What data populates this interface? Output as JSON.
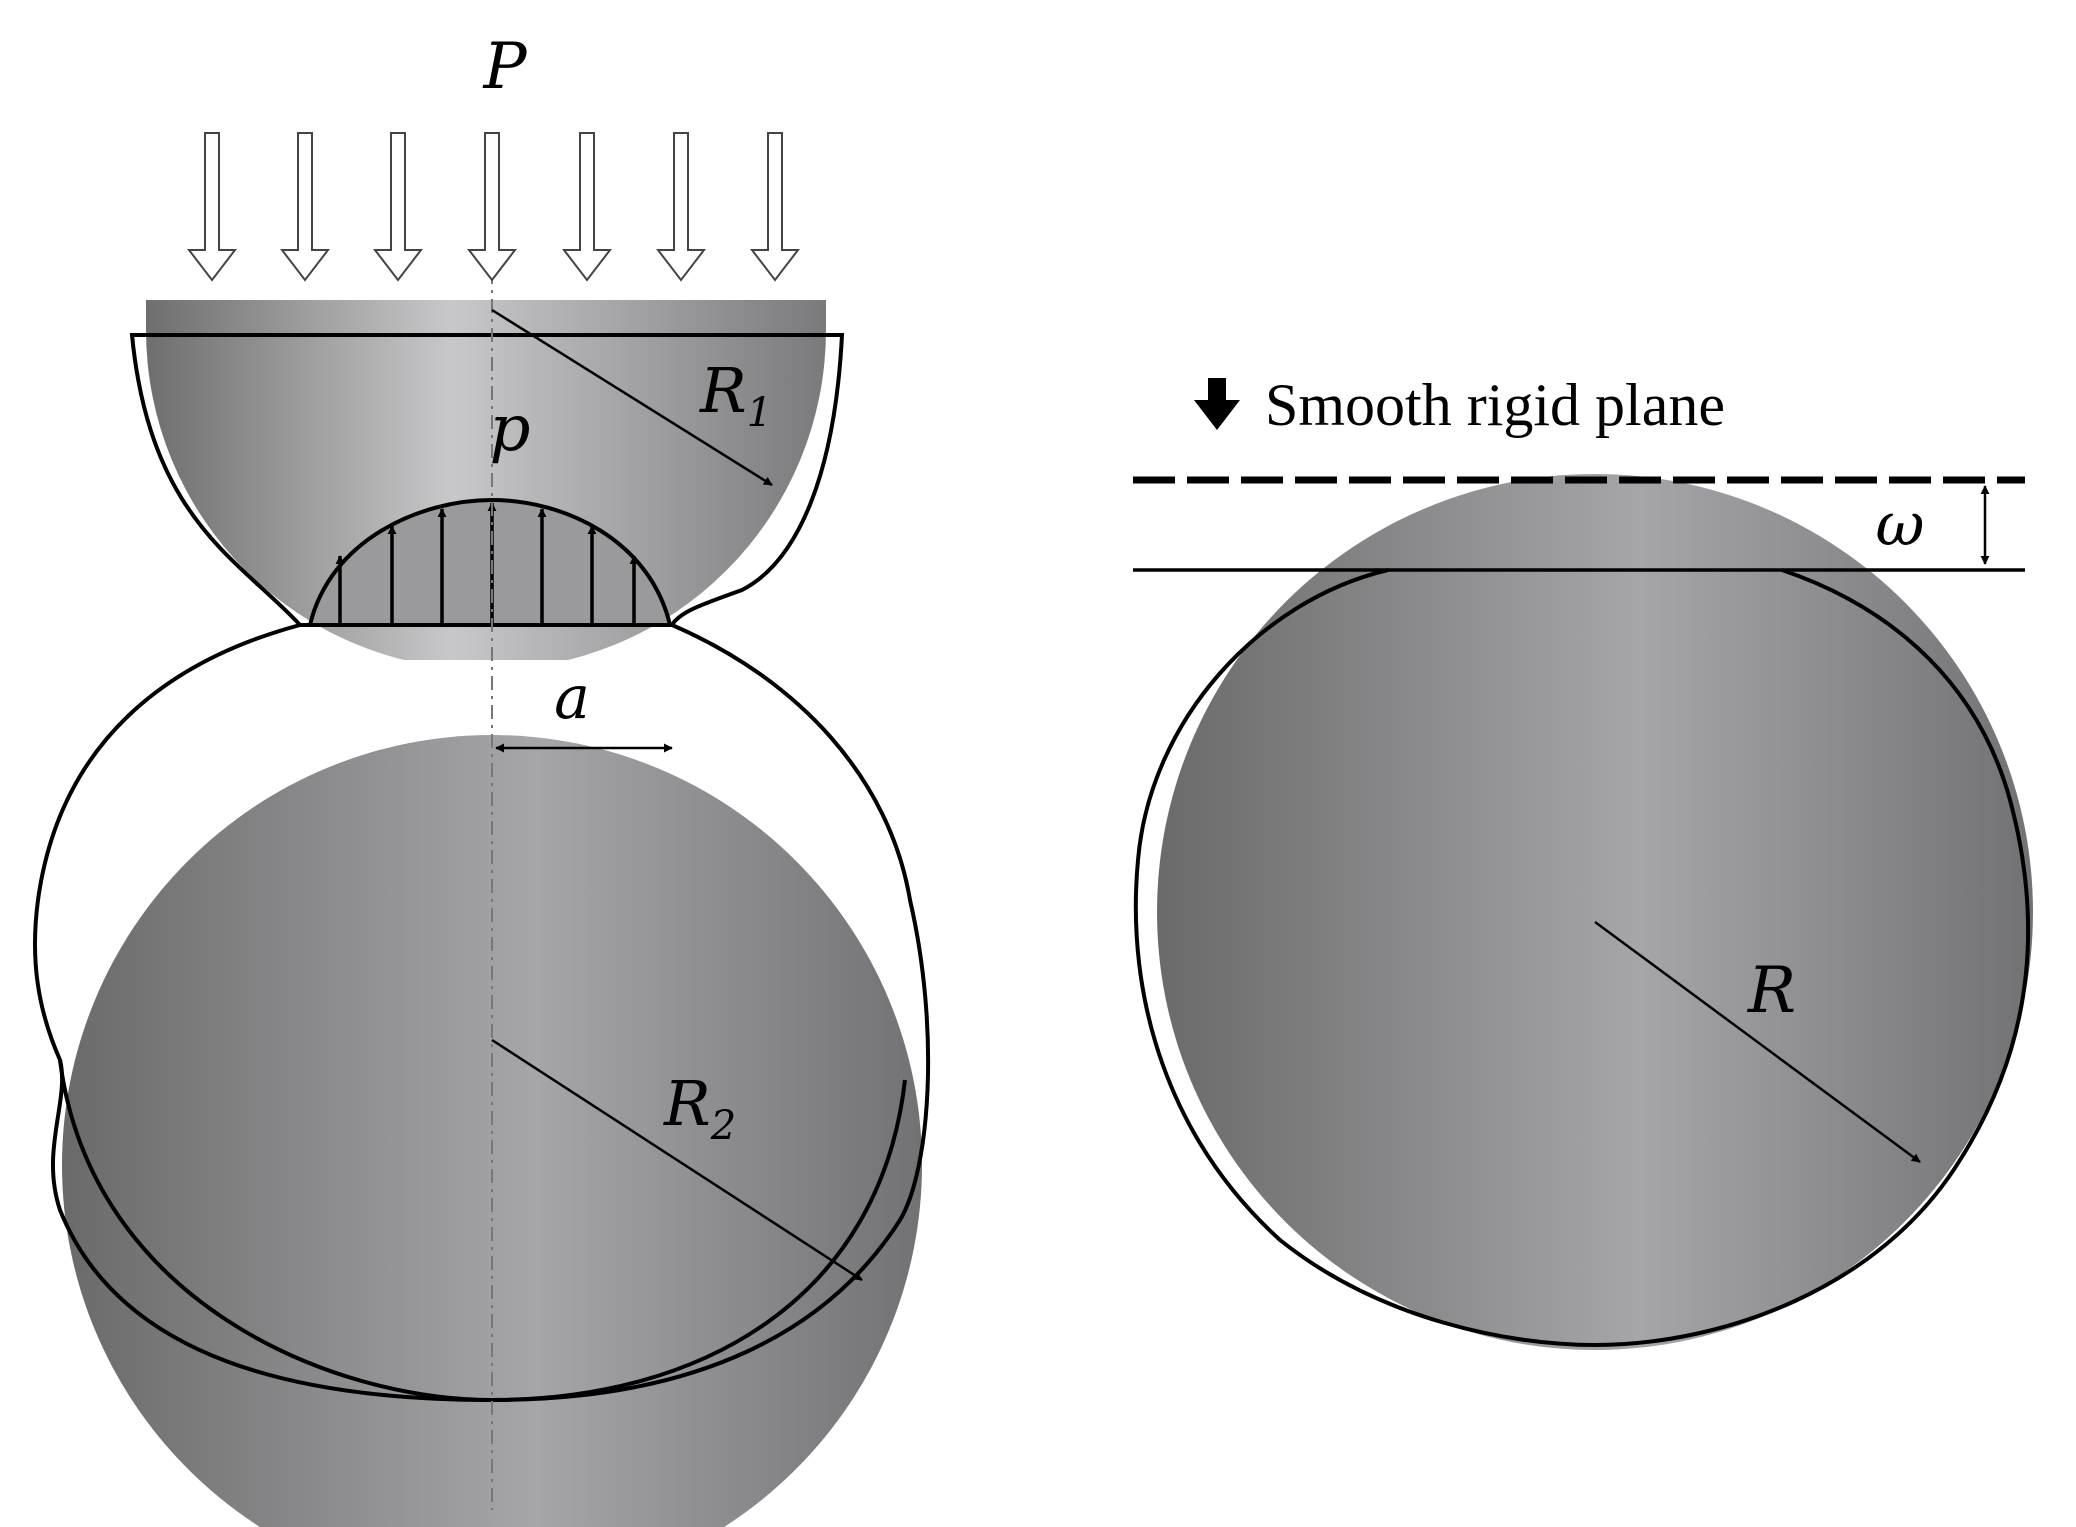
{
  "left_panel": {
    "load_label": "P",
    "pressure_label": "p",
    "contact_radius_label": "a",
    "radius1_label": "R",
    "radius1_subscript": "1",
    "radius2_label": "R",
    "radius2_subscript": "2",
    "load_arrow_count": 7,
    "pressure_arrow_count": 7
  },
  "right_panel": {
    "plane_label": "Smooth rigid plane",
    "interference_label": "ω",
    "radius_label": "R"
  },
  "colors": {
    "sphere_dark": "#6e6e6e",
    "sphere_light": "#a9a9ad",
    "outline": "#000000",
    "background": "#ffffff"
  }
}
